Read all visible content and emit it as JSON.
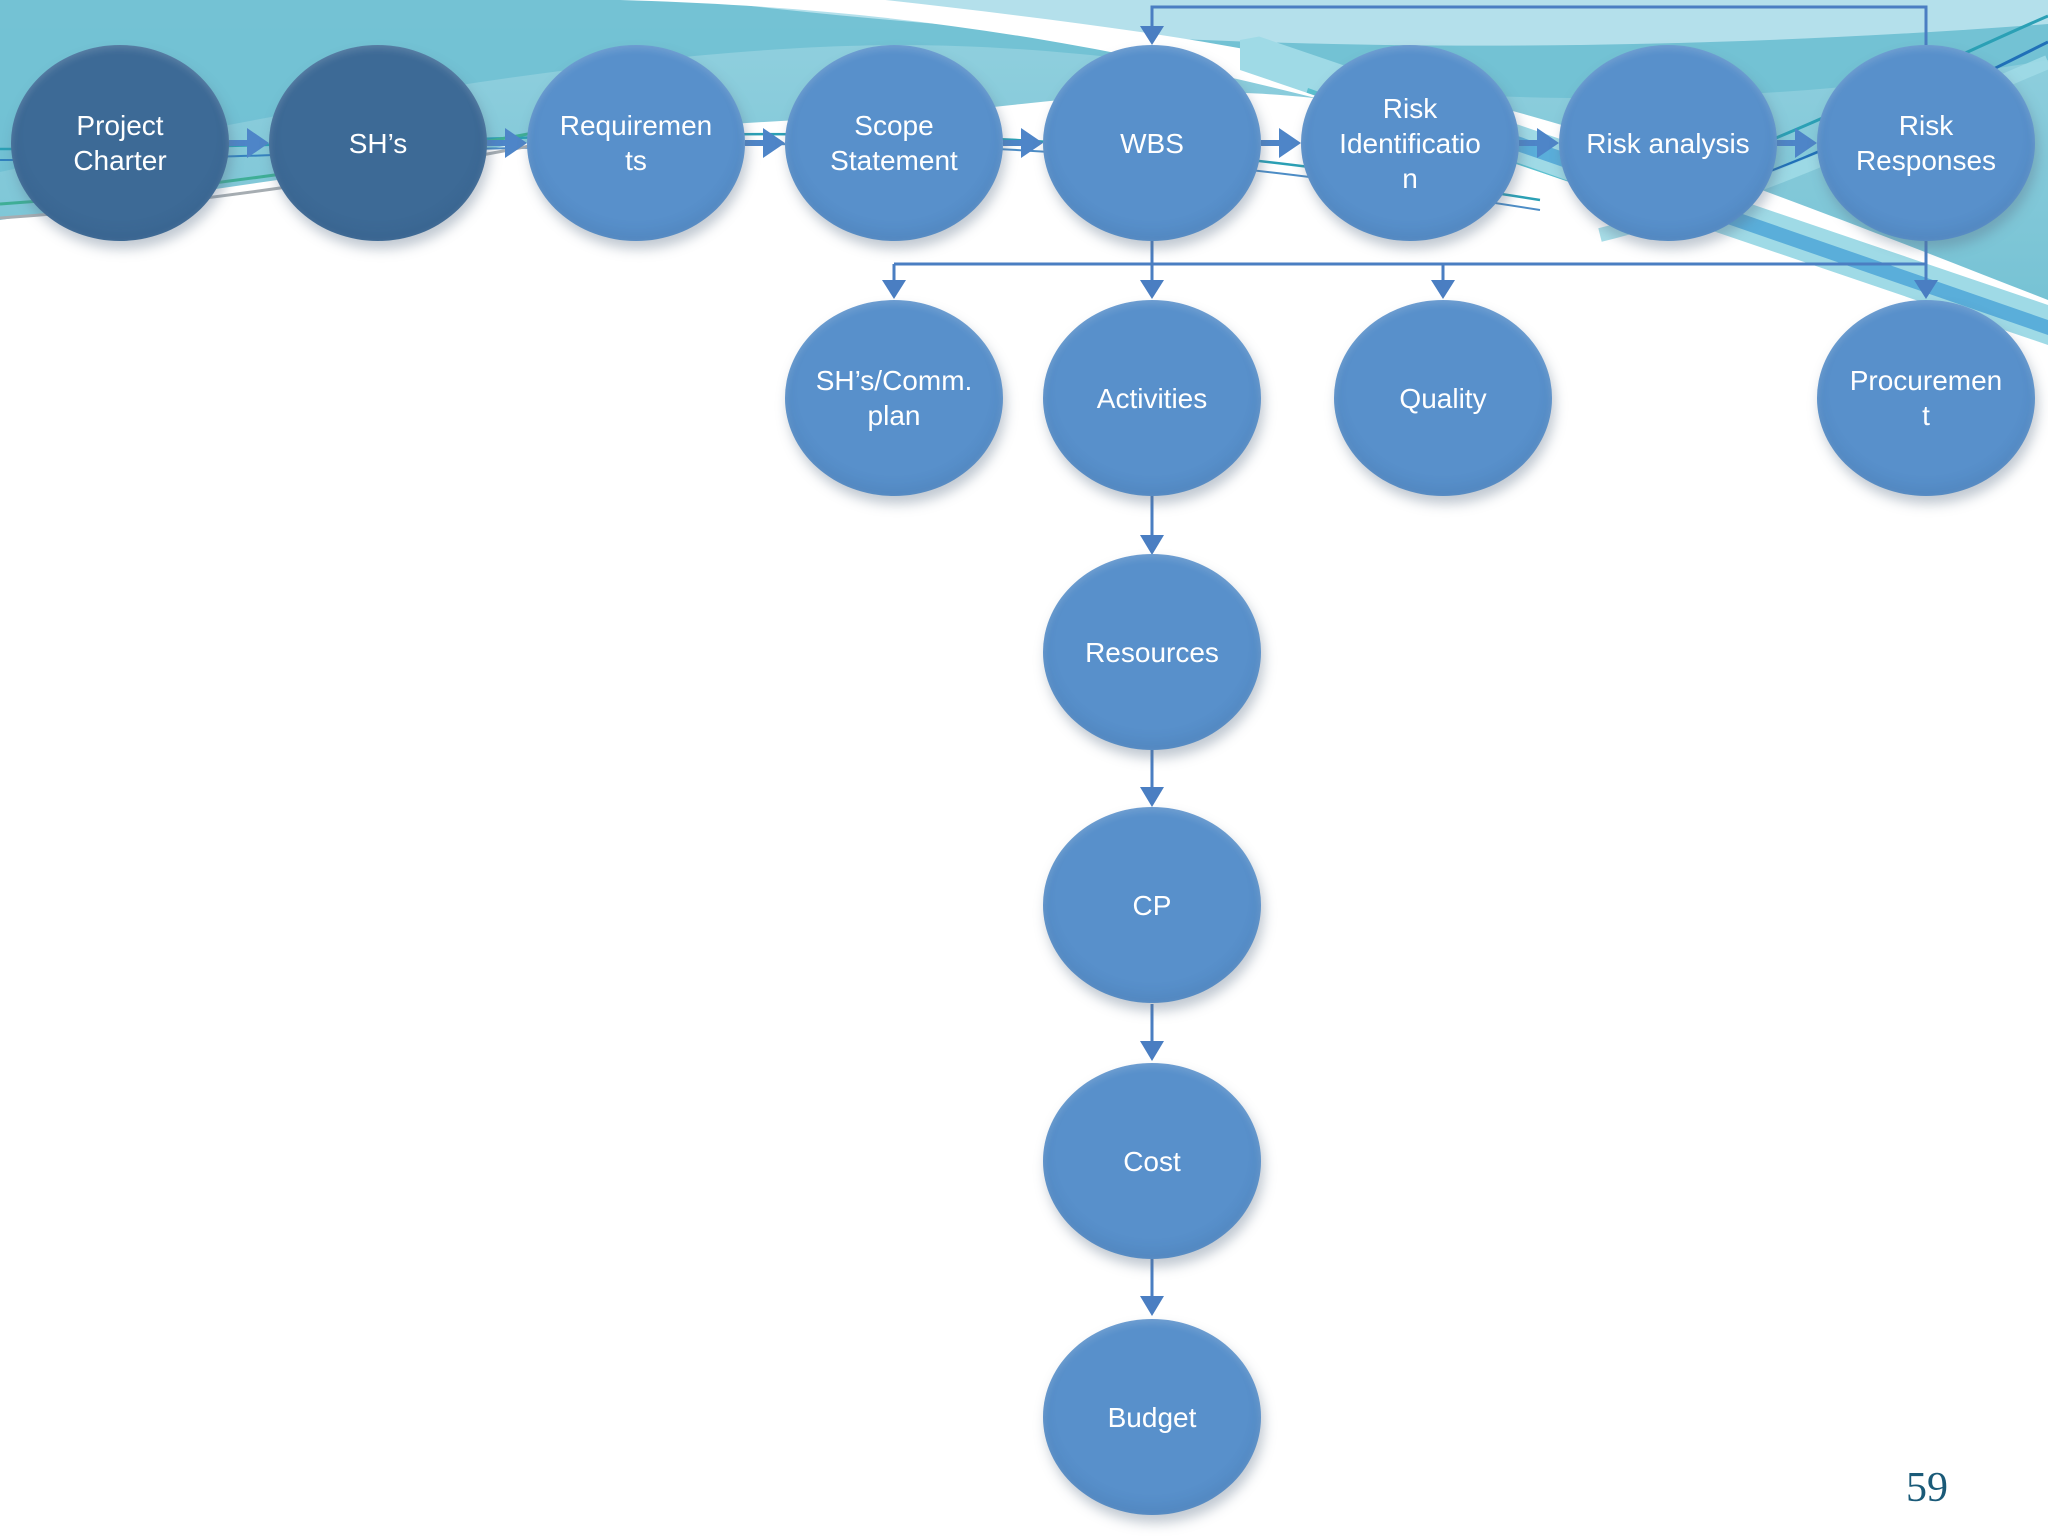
{
  "slide": {
    "page_number": "59"
  },
  "colors": {
    "node_fill": "#5890CB",
    "node_fill_dark": "#3D6A96",
    "node_text": "#FFFFFF",
    "connector": "#4A7EC2",
    "flow_arrow": "#4E85C8",
    "page_number": "#1A5A78",
    "wave_teal_top": "#8FCFDE",
    "wave_teal_main": "#7CC5D6",
    "wave_teal_deep": "#5CC0CF",
    "wave_teal_light": "#9FDAE6",
    "wave_teal_pale": "#B7E2EC",
    "wave_blue_stripe": "#52A8D8",
    "wave_line_teal": "#2BA0B5",
    "wave_line_blue": "#2070B8",
    "wave_line_green": "#3FAE96",
    "wave_line_gray": "#A6ADB2"
  },
  "flow": {
    "main_path": [
      {
        "id": "project-charter",
        "label": "Project\nCharter",
        "variant": "dark"
      },
      {
        "id": "shs",
        "label": "SH’s",
        "variant": "dark"
      },
      {
        "id": "requirements",
        "label": "Requiremen\nts",
        "variant": "light"
      },
      {
        "id": "scope-statement",
        "label": "Scope\nStatement",
        "variant": "light"
      },
      {
        "id": "wbs",
        "label": "WBS",
        "variant": "light"
      },
      {
        "id": "risk-identification",
        "label": "Risk\nIdentificatio\nn",
        "variant": "light"
      },
      {
        "id": "risk-analysis",
        "label": "Risk analysis",
        "variant": "light"
      },
      {
        "id": "risk-responses",
        "label": "Risk\nResponses",
        "variant": "light"
      }
    ],
    "planning_row": [
      {
        "id": "shs-comm-plan",
        "label": "SH’s/Comm.\nplan"
      },
      {
        "id": "activities",
        "label": "Activities"
      },
      {
        "id": "quality",
        "label": "Quality"
      },
      {
        "id": "procurement",
        "label": "Procuremen\nt"
      }
    ],
    "activities_chain": [
      {
        "id": "resources",
        "label": "Resources"
      },
      {
        "id": "cp",
        "label": "CP"
      },
      {
        "id": "cost",
        "label": "Cost"
      },
      {
        "id": "budget",
        "label": "Budget"
      }
    ]
  }
}
